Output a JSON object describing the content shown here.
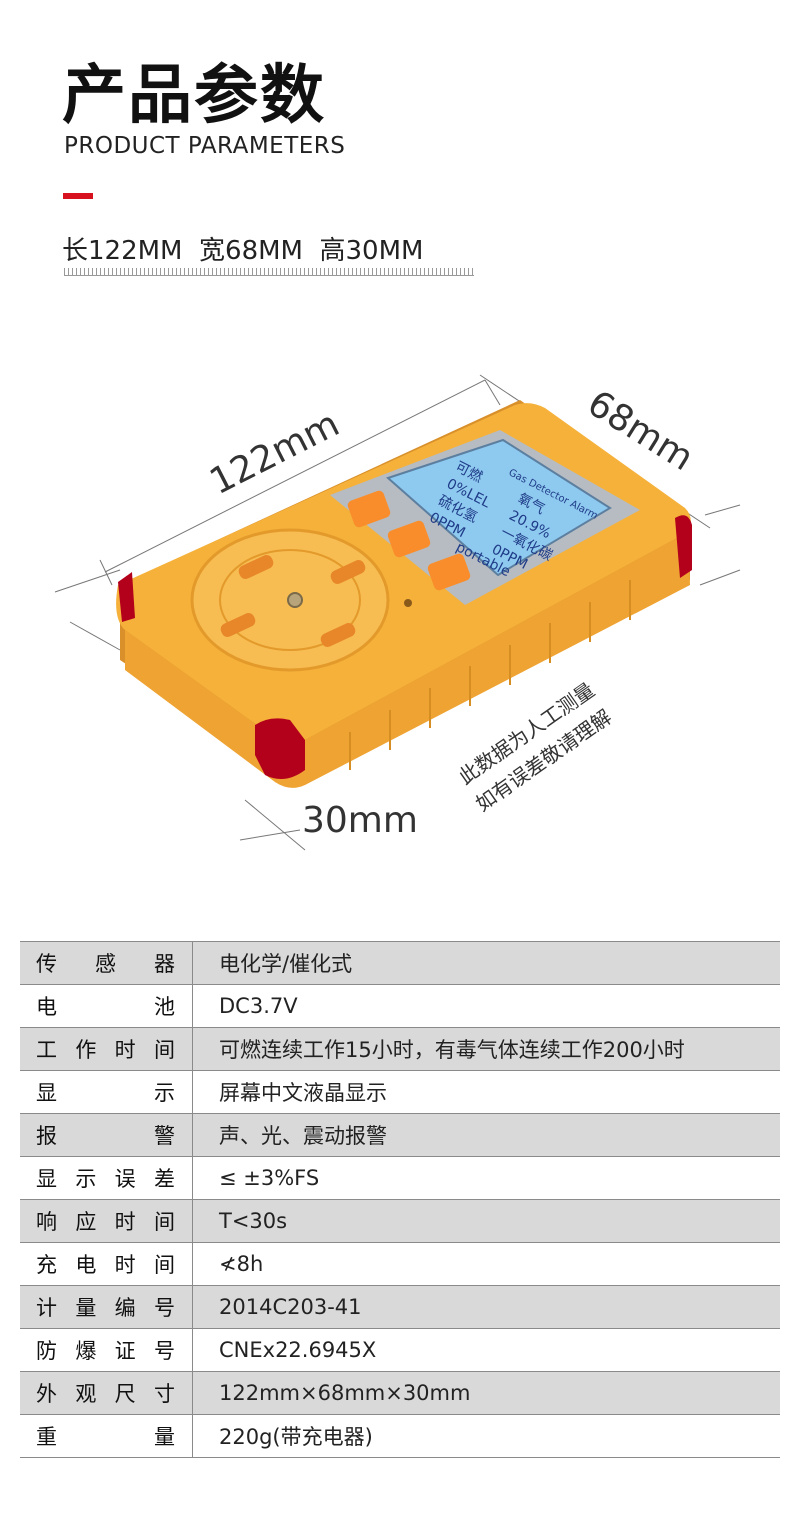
{
  "header": {
    "title_cn": "产品参数",
    "title_en": "PRODUCT PARAMETERS",
    "dimensions": "长122MM  宽68MM  高30MM"
  },
  "figure": {
    "length_label": "122mm",
    "width_label": "68mm",
    "height_label": "30mm",
    "note_line1": "此数据为人工测量",
    "note_line2": "如有误差敬请理解",
    "screen": {
      "brand": "Gas Detector Alarm",
      "row1_left": "可燃",
      "row1_right": "氧气",
      "row2_left": "0%LEL",
      "row2_right": "20.9%",
      "row3_left": "硫化氢",
      "row3_right": "一氧化碳",
      "row4_left": "0PPM",
      "row4_right": "0PPM"
    },
    "portable_label": "portable"
  },
  "specs": [
    {
      "key": "传感器",
      "value": "电化学/催化式"
    },
    {
      "key": "电池",
      "value": "DC3.7V"
    },
    {
      "key": "工作时间",
      "value": "可燃连续工作15小时，有毒气体连续工作200小时"
    },
    {
      "key": "显示",
      "value": "屏幕中文液晶显示"
    },
    {
      "key": "报警",
      "value": "声、光、震动报警"
    },
    {
      "key": "显示误差",
      "value": "≤ ±3%FS"
    },
    {
      "key": "响应时间",
      "value": "T<30s"
    },
    {
      "key": "充电时间",
      "value": "≮8h"
    },
    {
      "key": "计量编号",
      "value": "2014C203-41"
    },
    {
      "key": "防爆证号",
      "value": "CNEx22.6945X"
    },
    {
      "key": "外观尺寸",
      "value": "122mm×68mm×30mm"
    },
    {
      "key": "重量",
      "value": "220g(带充电器)"
    }
  ],
  "colors": {
    "accent_red": "#d7111d",
    "device_body": "#f5b13a",
    "screen_bg": "#8ec9f0",
    "button": "#f98d2b"
  }
}
